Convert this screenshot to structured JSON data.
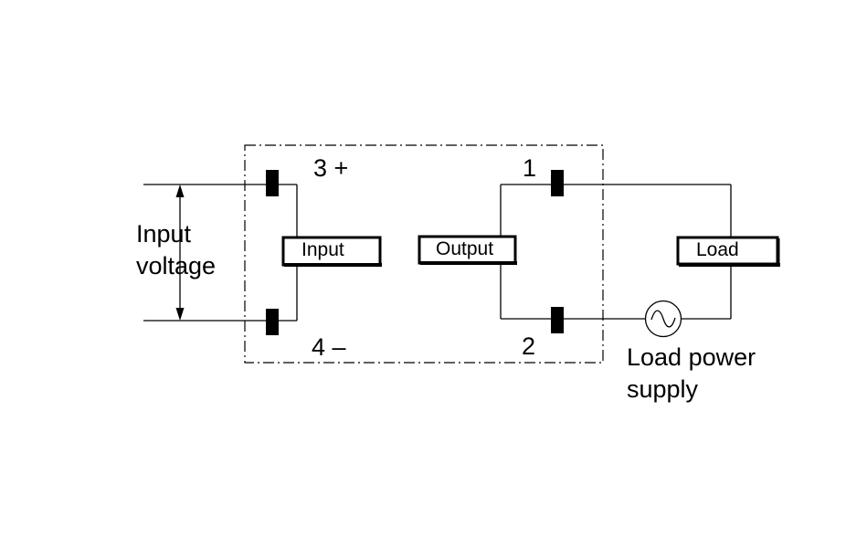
{
  "diagram": {
    "input_voltage_label": [
      "Input",
      "voltage"
    ],
    "terminals": {
      "t3": "3 +",
      "t4": "4 –",
      "t1": "1",
      "t2": "2"
    },
    "boxes": {
      "input": "Input",
      "output": "Output",
      "load": "Load"
    },
    "supply_label": [
      "Load power",
      "supply"
    ],
    "icons": {
      "source": "ac-source-icon",
      "terminal": "terminal-block-icon",
      "arrow": "double-arrow-icon"
    },
    "colors": {
      "ink": "#000000",
      "background": "#ffffff"
    }
  }
}
